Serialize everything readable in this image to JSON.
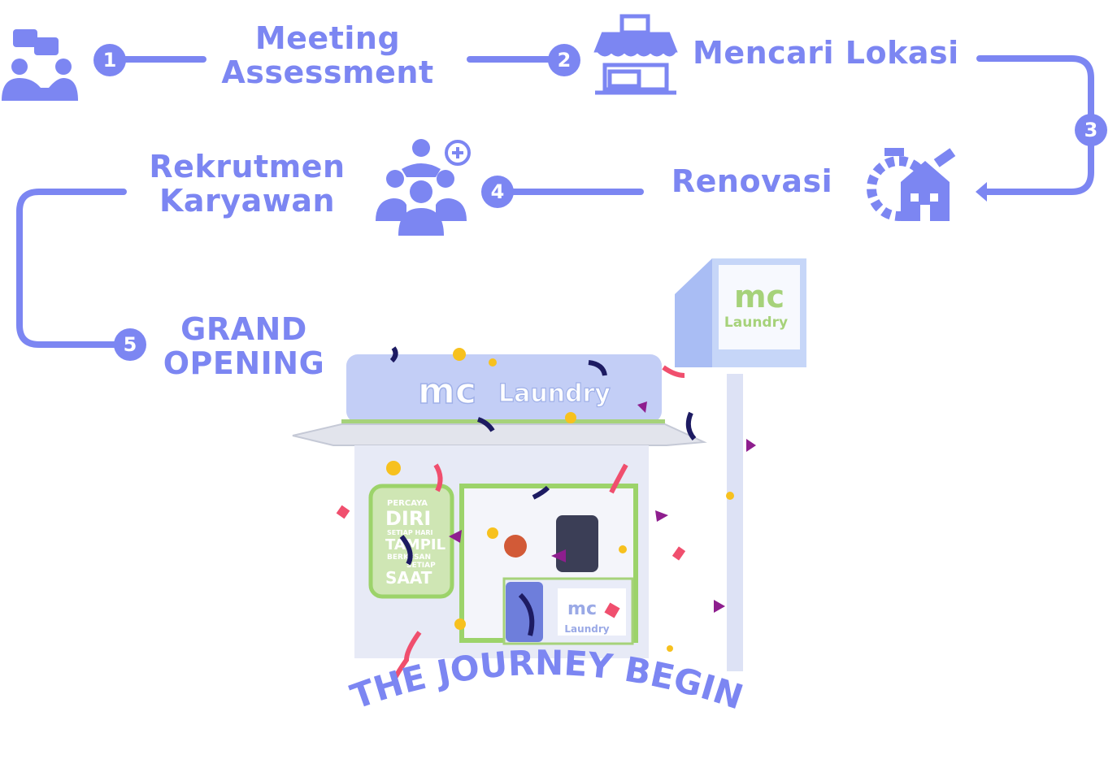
{
  "accent": "#7C86F2",
  "steps": [
    {
      "number": "1",
      "lines": [
        "Meeting",
        "Assessment"
      ],
      "icon": "meeting-people-icon"
    },
    {
      "number": "2",
      "lines": [
        "Mencari Lokasi"
      ],
      "icon": "store-front-icon"
    },
    {
      "number": "3",
      "lines": [
        "Renovasi"
      ],
      "icon": "renovation-house-gear-icon"
    },
    {
      "number": "4",
      "lines": [
        "Rekrutmen",
        "Karyawan"
      ],
      "icon": "team-add-icon"
    },
    {
      "number": "5",
      "lines": [
        "GRAND",
        "OPENING"
      ],
      "icon": ""
    }
  ],
  "kiosk": {
    "brand": "mc",
    "brand_word": "Laundry",
    "sign_brand": "mc",
    "sign_word": "Laundry",
    "window_text": [
      "PERCAYA",
      "DIRI",
      "SETIAP HARI",
      "TAMPIL",
      "BERKESAN",
      "SETIAP",
      "SAAT"
    ]
  },
  "banner": "THE JOURNEY BEGIN",
  "colors": {
    "accent": "#7C86F2",
    "kiosk_body": "#E6EAF7",
    "kiosk_green": "#9CD36A",
    "sign": "#B7C8F6"
  }
}
